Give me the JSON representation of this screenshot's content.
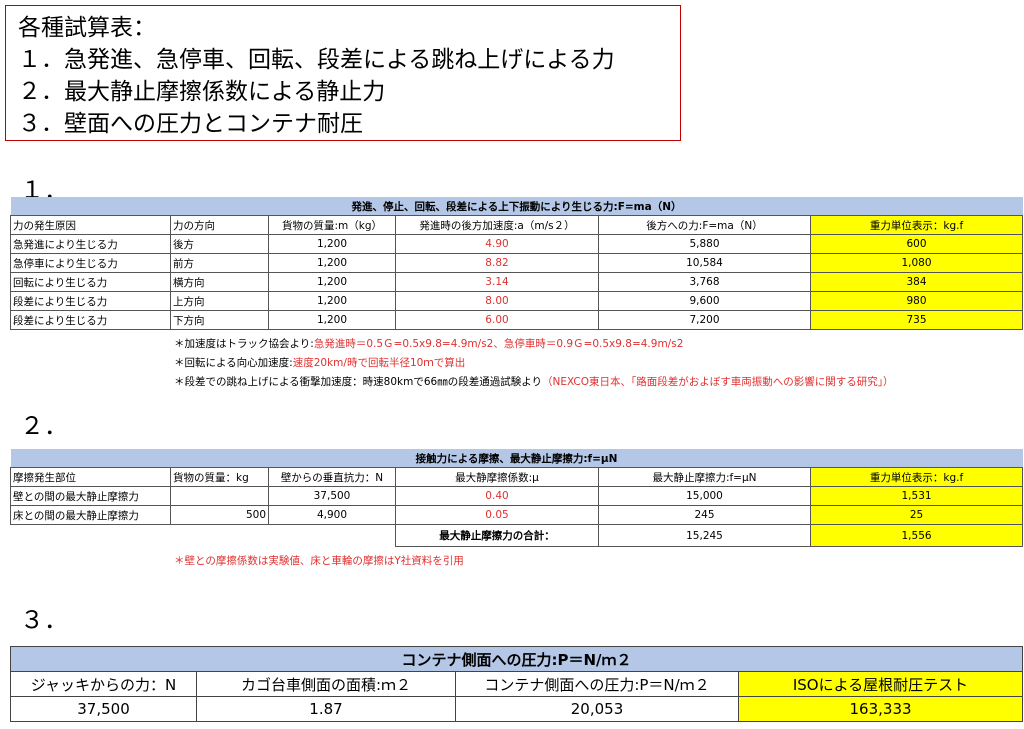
{
  "title": {
    "heading": "各種試算表：",
    "items": [
      "１．急発進、急停車、回転、段差による跳ね上げによる力",
      "２．最大静止摩擦係数による静止力",
      "３．壁面への圧力とコンテナ耐圧"
    ]
  },
  "section1": {
    "number": "１．",
    "caption": "発進、停止、回転、段差による上下振動により生じる力:F=ma（N）",
    "headers": [
      "力の発生原因",
      "力の方向",
      "貨物の質量:m（kg）",
      "発進時の後方加速度:a（m/s２）",
      "後方への力:F=ma（N）",
      "重力単位表示：kg.f"
    ],
    "rows": [
      [
        "急発進により生じる力",
        "後方",
        "1,200",
        "4.90",
        "5,880",
        "600"
      ],
      [
        "急停車により生じる力",
        "前方",
        "1,200",
        "8.82",
        "10,584",
        "1,080"
      ],
      [
        "回転により生じる力",
        "横方向",
        "1,200",
        "3.14",
        "3,768",
        "384"
      ],
      [
        "段差により生じる力",
        "上方向",
        "1,200",
        "8.00",
        "9,600",
        "980"
      ],
      [
        "段差により生じる力",
        "下方向",
        "1,200",
        "6.00",
        "7,200",
        "735"
      ]
    ],
    "notes": [
      {
        "black": "＊加速度はトラック協会より:",
        "red": "急発進時＝0.5Ｇ=0.5x9.8=4.9m/s2、急停車時＝0.9Ｇ=0.5x9.8=4.9m/s2"
      },
      {
        "black": "＊回転による向心加速度:",
        "red": "速度20km/時で回転半径10ｍで算出"
      },
      {
        "black": "＊段差での跳ね上げによる衝撃加速度：時速80kmで66㎜の段差通過試験より",
        "red": "（NEXCO東日本、「路面段差がおよぼす車両振動への影響に関する研究」）"
      }
    ]
  },
  "section2": {
    "number": "２．",
    "caption": "接触力による摩擦、最大静止摩擦力:f=μN",
    "headers": [
      "摩擦発生部位",
      "貨物の質量：kg",
      "壁からの垂直抗力：N",
      "最大静摩擦係数:μ",
      "最大静止摩擦力:f=μN",
      "重力単位表示：kg.f"
    ],
    "rows": [
      [
        "壁との間の最大静止摩擦力",
        "",
        "37,500",
        "0.40",
        "15,000",
        "1,531"
      ],
      [
        "床との間の最大静止摩擦力",
        "500",
        "4,900",
        "0.05",
        "245",
        "25"
      ]
    ],
    "total": {
      "label": "最大静止摩擦力の合計：",
      "value": "15,245",
      "kgf": "1,556"
    },
    "note": "＊壁との摩擦係数は実験値、床と車輪の摩擦はY社資料を引用"
  },
  "section3": {
    "number": "３．",
    "caption": "コンテナ側面への圧力:P＝N/ｍ２",
    "headers": [
      "ジャッキからの力：N",
      "カゴ台車側面の面積:ｍ２",
      "コンテナ側面への圧力:P＝N/ｍ２",
      "ISOによる屋根耐圧テスト"
    ],
    "row": [
      "37,500",
      "1.87",
      "20,053",
      "163,333"
    ]
  }
}
